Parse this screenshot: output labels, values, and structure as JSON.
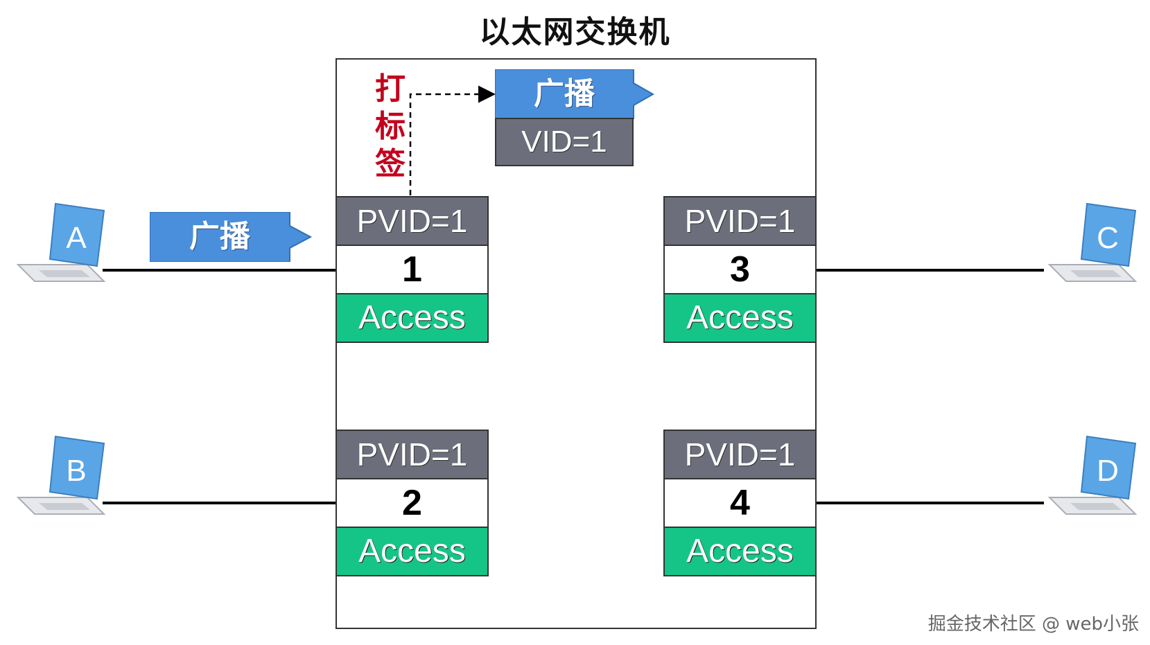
{
  "title": "以太网交换机",
  "tag_label": [
    "打",
    "标",
    "签"
  ],
  "incoming_frame": {
    "label": "广播"
  },
  "tagged_frame": {
    "label": "广播",
    "vid": "VID=1"
  },
  "ports": [
    {
      "pvid": "PVID=1",
      "number": "1",
      "mode": "Access"
    },
    {
      "pvid": "PVID=1",
      "number": "2",
      "mode": "Access"
    },
    {
      "pvid": "PVID=1",
      "number": "3",
      "mode": "Access"
    },
    {
      "pvid": "PVID=1",
      "number": "4",
      "mode": "Access"
    }
  ],
  "hosts": [
    {
      "label": "A"
    },
    {
      "label": "B"
    },
    {
      "label": "C"
    },
    {
      "label": "D"
    }
  ],
  "colors": {
    "pvid_bg": "#6c6f7b",
    "access_green": "#15c587",
    "frame_blue": "#4a8fdc",
    "tag_red": "#c4001d"
  },
  "watermark": "掘金技术社区 @ web小张"
}
